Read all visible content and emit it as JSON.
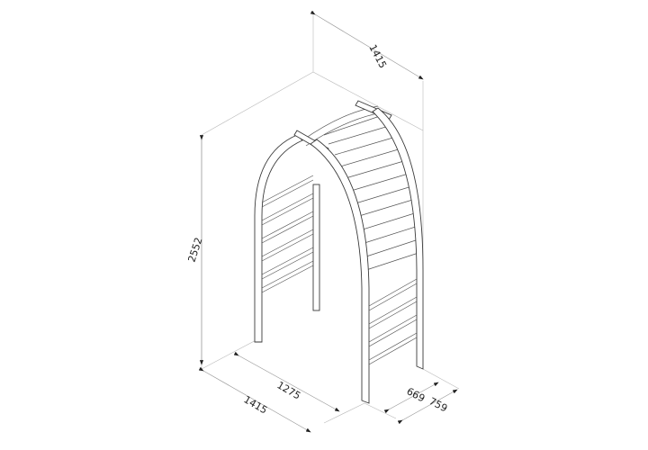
{
  "drawing": {
    "subject": "garden arch isometric line drawing",
    "units": "mm",
    "dimensions": {
      "top_depth": "1415",
      "height": "2552",
      "inner_width": "1275",
      "outer_width": "1415",
      "inner_depth": "669",
      "outer_depth": "759"
    },
    "colors": {
      "background": "#ffffff",
      "line": "#3a3a3a",
      "dimension_line": "#9a9a9a"
    }
  }
}
